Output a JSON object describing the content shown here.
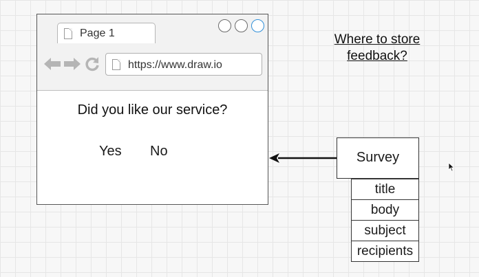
{
  "browser": {
    "tab_label": "Page 1",
    "url": "https://www.draw.io",
    "question": "Did you like our service?",
    "yes_label": "Yes",
    "no_label": "No"
  },
  "note": {
    "line1": "Where to store",
    "line2": "feedback?"
  },
  "survey": {
    "title": "Survey",
    "fields": [
      "title",
      "body",
      "subject",
      "recipients"
    ]
  },
  "colors": {
    "grid_bg": "#f7f7f7",
    "grid_line": "#e6e6e6",
    "window_button_active": "#2f8fd8",
    "nav_icon": "#b5b5b5"
  }
}
